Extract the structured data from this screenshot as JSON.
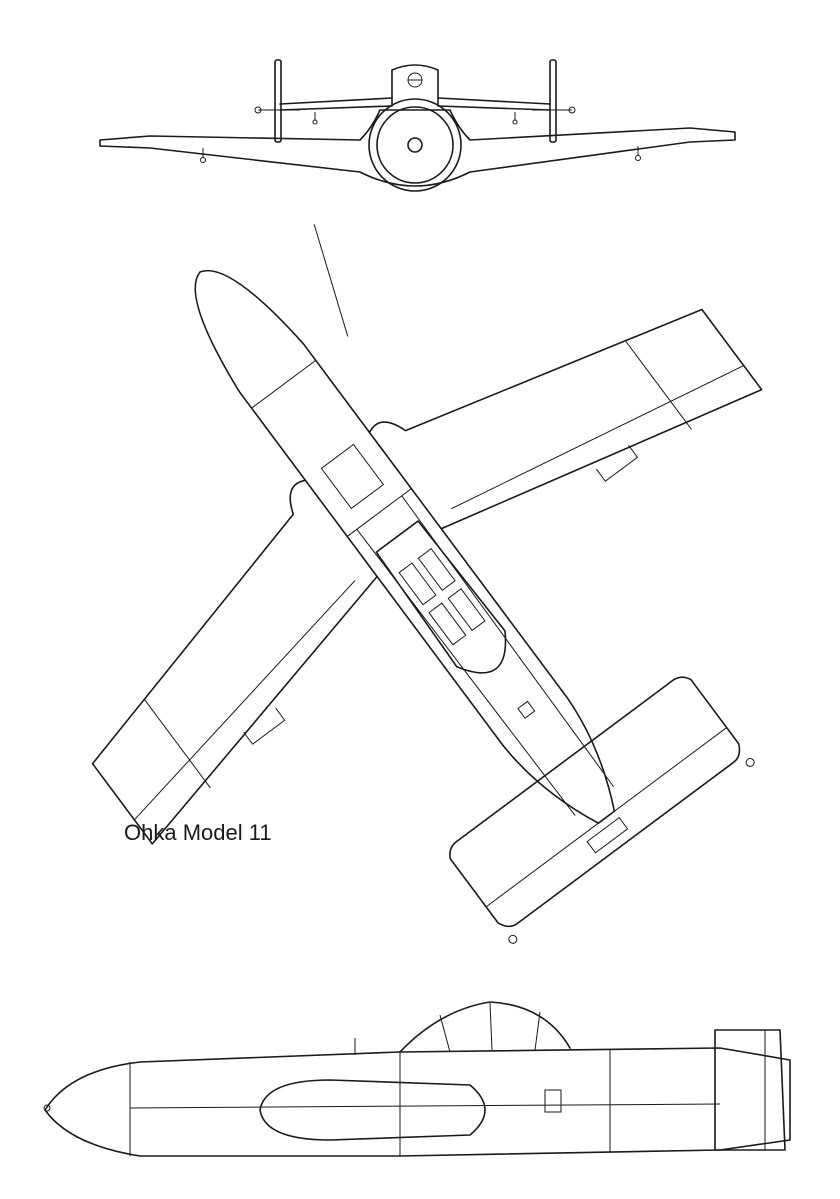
{
  "caption": "Ohka Model 11",
  "views": [
    "front-view",
    "top-view",
    "side-view"
  ],
  "colors": {
    "line": "#1a1a1a",
    "background": "#ffffff"
  }
}
